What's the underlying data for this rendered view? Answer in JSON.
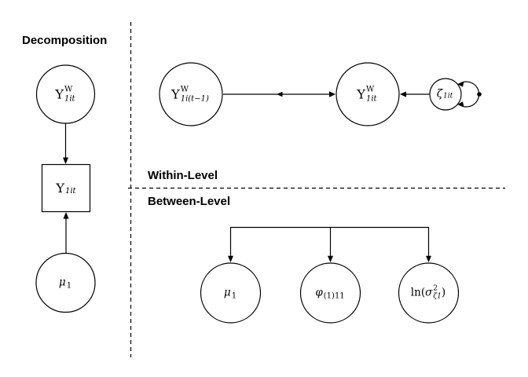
{
  "titles": {
    "decomposition": "Decomposition",
    "within": "Within-Level",
    "between": "Between-Level"
  },
  "decomposition_panel": {
    "latent_within": {
      "base": "Y",
      "sup": "W",
      "sub": "1it"
    },
    "observed": {
      "base": "Y",
      "sub": "1it"
    },
    "latent_mean": {
      "base": "μ",
      "sub": "1"
    }
  },
  "within_panel": {
    "lagged": {
      "base": "Y",
      "sup": "W",
      "sub": "1i(t−1)"
    },
    "current": {
      "base": "Y",
      "sup": "W",
      "sub": "1it"
    },
    "innovation": {
      "base": "ζ",
      "sub": "1it"
    }
  },
  "between_panel": {
    "mean": {
      "base": "μ",
      "sub": "1"
    },
    "autoregression": {
      "base": "φ",
      "sub": "(1)11"
    },
    "log_variance": {
      "prefix": "ln(",
      "base": "σ",
      "sup": "2",
      "sub": "ζ1",
      "suffix": ")"
    }
  },
  "colors": {
    "stroke": "#000000",
    "background": "#ffffff"
  }
}
